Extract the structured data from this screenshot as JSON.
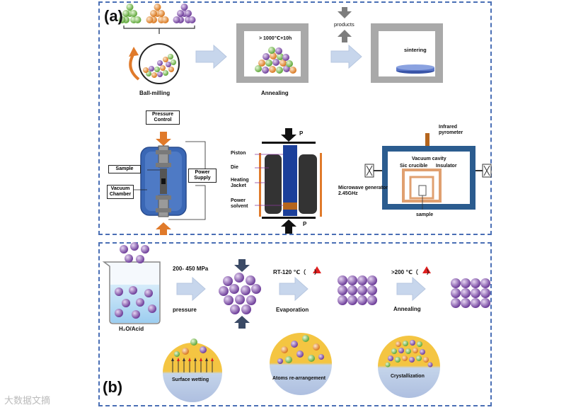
{
  "panel_a": {
    "label": "(a)",
    "ball_milling": "Ball-milling",
    "furnace_temp": "> 1000℃+10h",
    "annealing": "Annealing",
    "products": "products",
    "sintering": "sintering",
    "pressure_control": "Pressure\nControl",
    "sample": "Sample",
    "vacuum_chamber": "Vacuum\nChamber",
    "power_supply": "Power\nSupply",
    "p_top": "P",
    "p_bottom": "P",
    "piston": "Piston",
    "die": "Die",
    "heating_jacket": "Heating\nJacket",
    "power_solvent": "Power\nsolvent",
    "infrared_pyrometer": "Infrared\npyrometer",
    "vacuum_cavity": "Vacuum cavity",
    "sic_crucible": "Sic crucible",
    "insulator": "Insulator",
    "microwave_generator": "Microwave generator\n2.45GHz",
    "mw_sample": "sample"
  },
  "panel_b": {
    "label": "(b)",
    "h2o_acid": "H₂O/Acid",
    "pressure_range": "200- 450 MPa",
    "pressure": "pressure",
    "rt_temp": "RT-120 ℃（",
    "rt_temp_close": "）",
    "evaporation": "Evaporation",
    "anneal_temp": ">200 ℃（",
    "anneal_temp_close": "）",
    "annealing": "Annealing",
    "surface_wetting": "Surface wetting",
    "atoms_rearrangement": "Atoms re-arrangement",
    "crystallization": "Crystallization"
  },
  "watermark": "大数据文摘",
  "colors": {
    "border": "#4a6fb5",
    "arrow_fill": "#c7d6ec",
    "ball_purple": "#8a5bb0",
    "chamber_blue": "#3a67b5",
    "orange": "#e07a2a",
    "furnace_gray": "#a9a9a9",
    "microwave_border": "#2b5c8f"
  }
}
